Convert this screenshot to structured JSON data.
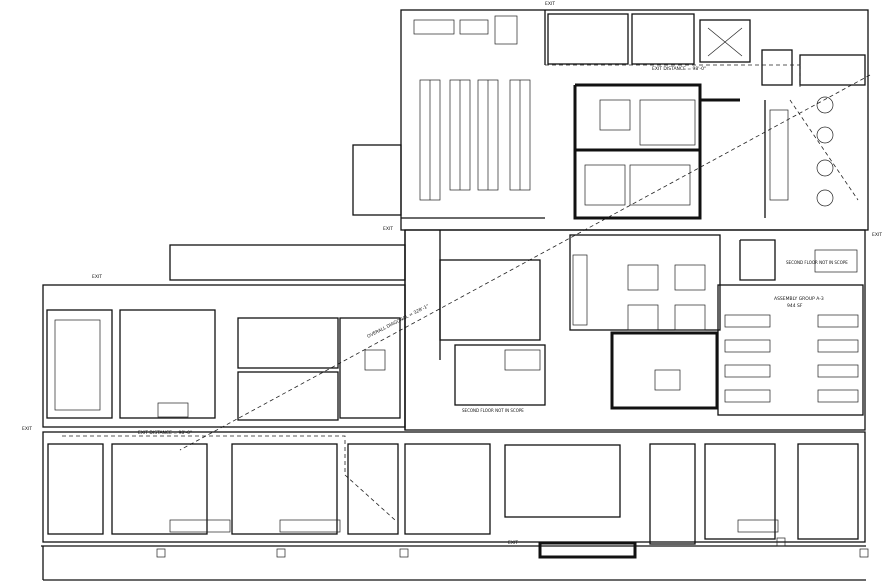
{
  "labels": {
    "exit_top": "EXIT",
    "exit_distance_top": "EXIT DISTANCE = 98'-0\"",
    "exit_right": "EXIT",
    "exit_left_upper": "EXIT",
    "exit_mid_upper": "EXIT",
    "exit_left": "EXIT",
    "overall_diagonal": "OVERALL DIAGONAL = 328'-1\"",
    "second_floor_right": "SECOND FLOOR NOT IN SCOPE",
    "second_floor_center": "SECOND FLOOR NOT IN SCOPE",
    "assembly_group": "ASSEMBLY GROUP A-3",
    "assembly_area": "944 SF",
    "exit_distance_bottom": "EXIT DISTANCE = 98'-0\"",
    "exit_bottom": "EXIT"
  }
}
